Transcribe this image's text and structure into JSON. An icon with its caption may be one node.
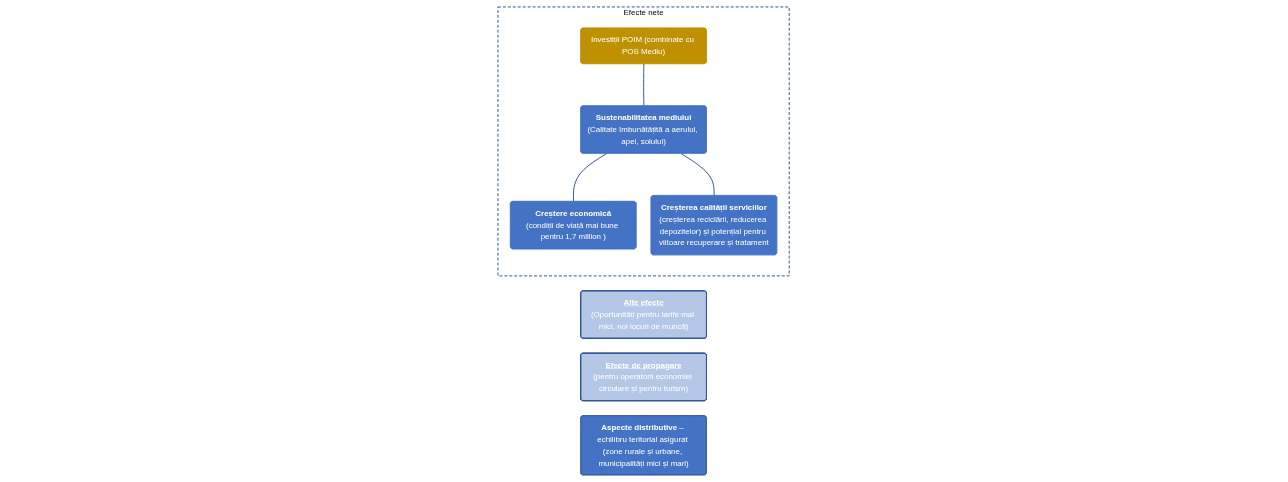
{
  "diagram": {
    "nodes": [
      {
        "text": [
          "Efecte nete"
        ]
      },
      {
        "text": [
          "Investiții POIM (combinate cu POS Mediu)"
        ],
        "in": 0
      },
      {
        "text": [
          "Sustenabilitatea mediului",
          "(Calitate îmbunătățită a aerului, apei, solului)"
        ],
        "in": 0
      },
      {
        "text": [
          "Creștere economică",
          "(condiții de viață mai bune pentru 1,7 million )"
        ],
        "in": 0
      },
      {
        "text": [
          "Creșterea calității serviciilor",
          "(creșterea reciclării, reducerea depozitelor) și potențial pentru viitoare recuperare și tratament"
        ],
        "in": 0
      },
      {
        "text": [
          "Alte efecte",
          "(Oportunități pentru tarife mai mici, noi locuri de muncă)"
        ]
      },
      {
        "text": [
          "Efecte de propagare",
          "(pentru operatorii economiei circulare și pentru turism)"
        ]
      },
      {
        "text": [
          "Aspecte distributive",
          "– echilibru teritorial asigurat (zone rurale și urbane, municipalități mici și mari)"
        ]
      }
    ],
    "edges": [
      {
        "from": 1,
        "to": 2,
        "arrow": "none"
      },
      {
        "from": 2,
        "to": 3,
        "arrow": "none"
      },
      {
        "from": 2,
        "to": 4,
        "arrow": "none"
      }
    ]
  }
}
